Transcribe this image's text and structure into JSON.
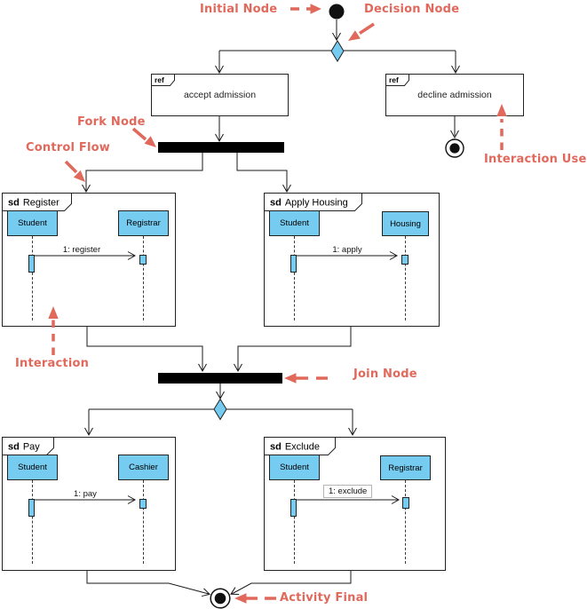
{
  "annotations": {
    "initial_node": "Initial Node",
    "decision_node": "Decision Node",
    "fork_node": "Fork Node",
    "control_flow": "Control Flow",
    "interaction_use": "Interaction Use",
    "interaction": "Interaction",
    "join_node": "Join Node",
    "activity_final": "Activity Final"
  },
  "ref_frames": [
    {
      "keyword": "ref",
      "name": "accept admission"
    },
    {
      "keyword": "ref",
      "name": "decline admission"
    }
  ],
  "sd_frames": [
    {
      "keyword": "sd",
      "name": "Register",
      "lifelines": [
        "Student",
        "Registrar"
      ],
      "message": "1: register"
    },
    {
      "keyword": "sd",
      "name": "Apply Housing",
      "lifelines": [
        "Student",
        "Housing"
      ],
      "message": "1: apply"
    },
    {
      "keyword": "sd",
      "name": "Pay",
      "lifelines": [
        "Student",
        "Cashier"
      ],
      "message": "1: pay"
    },
    {
      "keyword": "sd",
      "name": "Exclude",
      "lifelines": [
        "Student",
        "Registrar"
      ],
      "message": "1: exclude"
    }
  ],
  "colors": {
    "annotation": "#E0695C",
    "node_fill": "#76CBF0",
    "node_border": "#222222",
    "line": "#1a1a1a"
  }
}
